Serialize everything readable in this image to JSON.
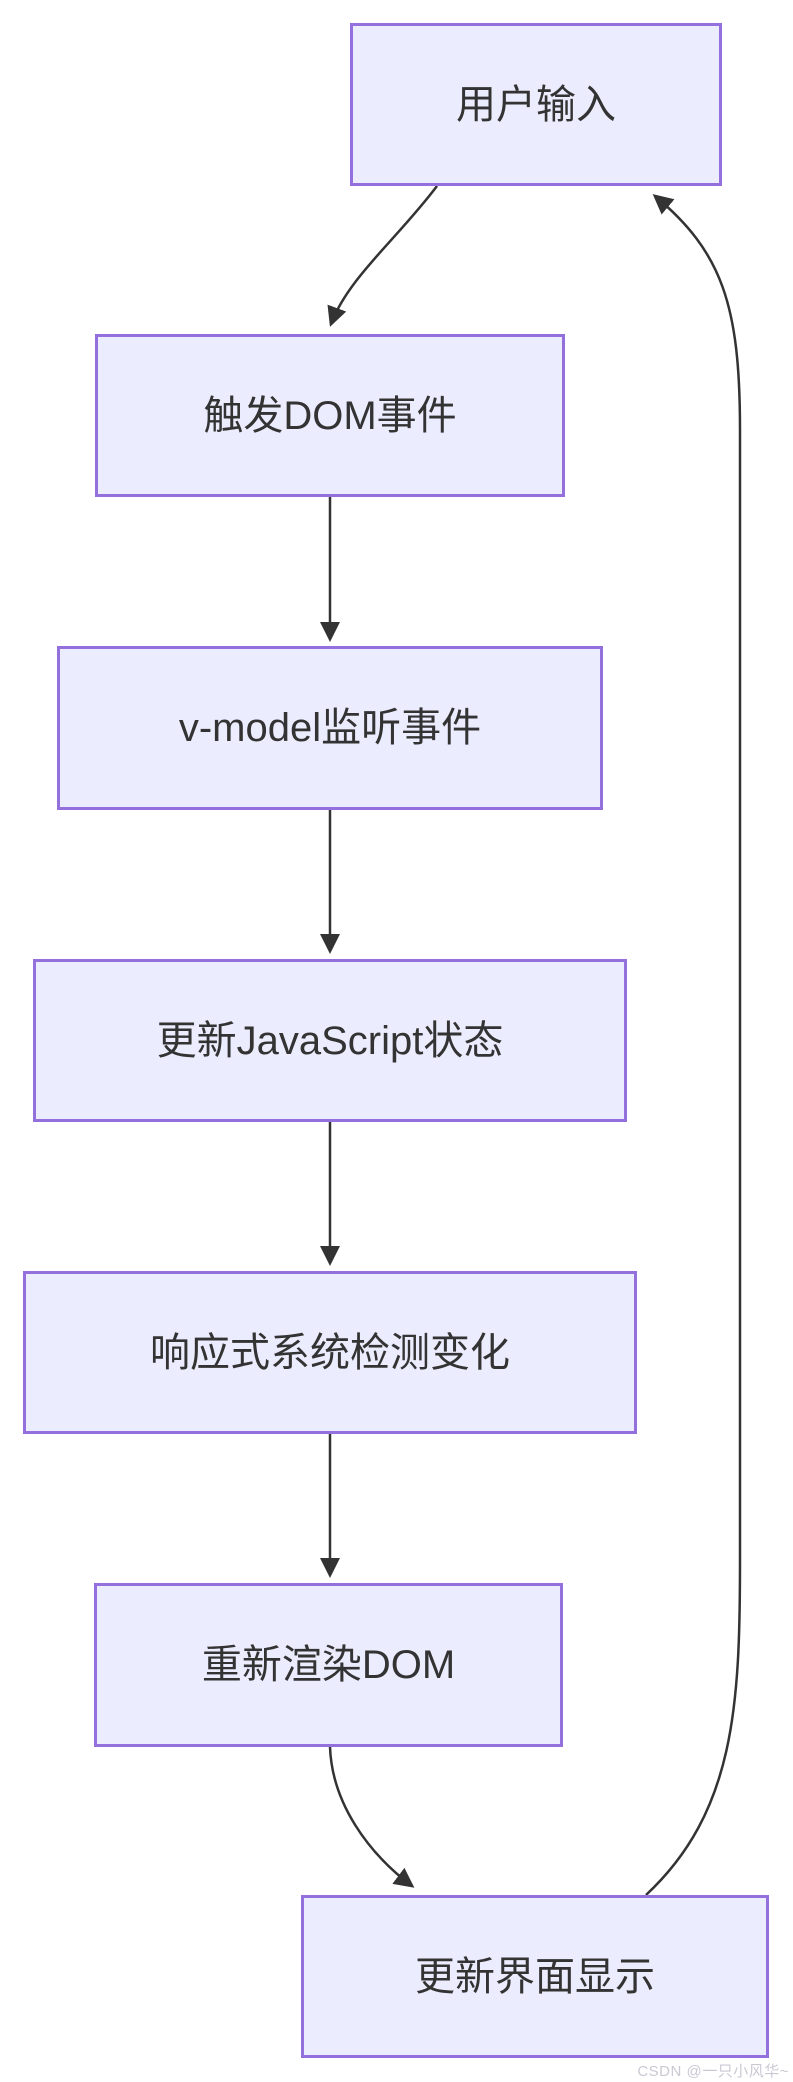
{
  "diagram": {
    "type": "flowchart",
    "direction": "top-down",
    "nodes": [
      {
        "id": "user-input",
        "label": "用户输入"
      },
      {
        "id": "trigger-dom-event",
        "label": "触发DOM事件"
      },
      {
        "id": "v-model-listen",
        "label": "v-model监听事件"
      },
      {
        "id": "update-js-state",
        "label": "更新JavaScript状态"
      },
      {
        "id": "reactive-detect",
        "label": "响应式系统检测变化"
      },
      {
        "id": "rerender-dom",
        "label": "重新渲染DOM"
      },
      {
        "id": "update-ui",
        "label": "更新界面显示"
      }
    ],
    "edges": [
      {
        "from": "user-input",
        "to": "trigger-dom-event"
      },
      {
        "from": "trigger-dom-event",
        "to": "v-model-listen"
      },
      {
        "from": "v-model-listen",
        "to": "update-js-state"
      },
      {
        "from": "update-js-state",
        "to": "reactive-detect"
      },
      {
        "from": "reactive-detect",
        "to": "rerender-dom"
      },
      {
        "from": "rerender-dom",
        "to": "update-ui"
      },
      {
        "from": "update-ui",
        "to": "user-input"
      }
    ],
    "colors": {
      "node_fill": "#ECECFF",
      "node_border": "#9370DB",
      "edge": "#333333",
      "text": "#333333"
    }
  },
  "watermark": {
    "text": "CSDN @一只小风华~"
  }
}
